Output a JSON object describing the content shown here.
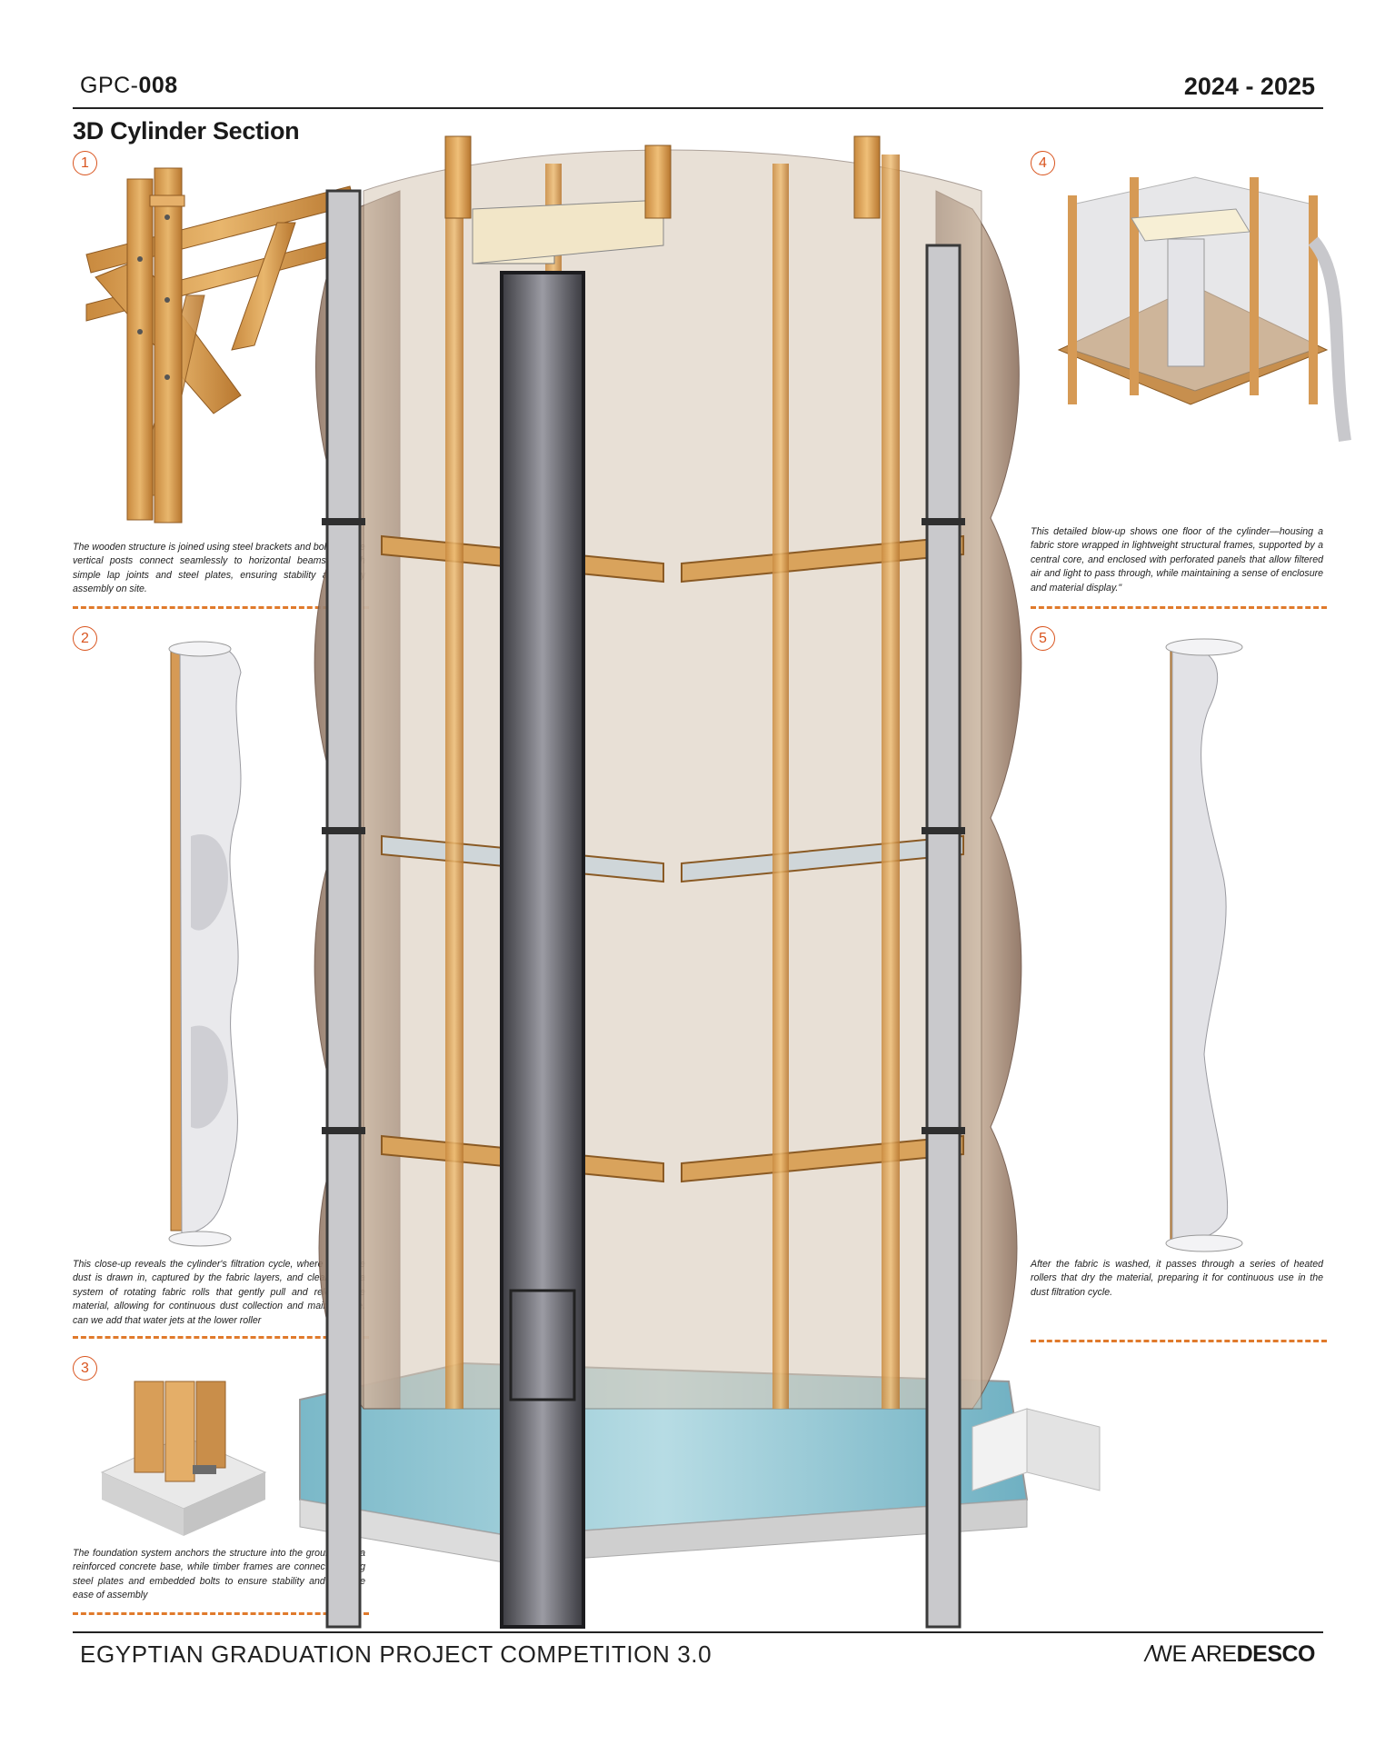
{
  "header": {
    "code_prefix": "GPC-",
    "code_number": "008",
    "year": "2024 - 2025"
  },
  "title": "3D Cylinder Section",
  "details": [
    {
      "number": "1",
      "caption": "The wooden structure is joined using steel brackets and bolts, where vertical posts connect seamlessly to horizontal beams through simple lap joints and  steel plates, ensuring stability and easy assembly on site."
    },
    {
      "number": "2",
      "caption": "This close-up reveals the cylinder's filtration cycle, where air-borne dust is drawn in, captured by the fabric layers, and cleaned by a system of rotating fabric rolls that gently pull and release the material, allowing for continuous dust collection and maintenance. can we add that water jets at the lower roller"
    },
    {
      "number": "3",
      "caption": "The foundation system anchors the structure into the ground with a reinforced concrete base, while timber frames are connected using steel plates and embedded bolts to ensure stability and facilitate ease of assembly"
    },
    {
      "number": "4",
      "caption": "This detailed blow-up shows one floor of the cylinder—housing a fabric store wrapped in lightweight structural frames, supported by a central core, and enclosed with perforated panels that allow filtered air and light to pass through, while maintaining a sense of enclosure and material display.\""
    },
    {
      "number": "5",
      "caption": "After the fabric is washed, it passes through a series of heated rollers that dry the material, preparing it for continuous use in the dust filtration cycle."
    }
  ],
  "footer": {
    "competition": "EGYPTIAN GRADUATION PROJECT COMPETITION 3.0",
    "brand_slash": "/",
    "brand_light": "WE ARE",
    "brand_bold": "DESCO"
  },
  "colors": {
    "accent": "#e07a2c",
    "timber": "#d9a055",
    "fabric": "#b79c86",
    "water": "#8cc6d3",
    "core": "#4a4a4e"
  }
}
